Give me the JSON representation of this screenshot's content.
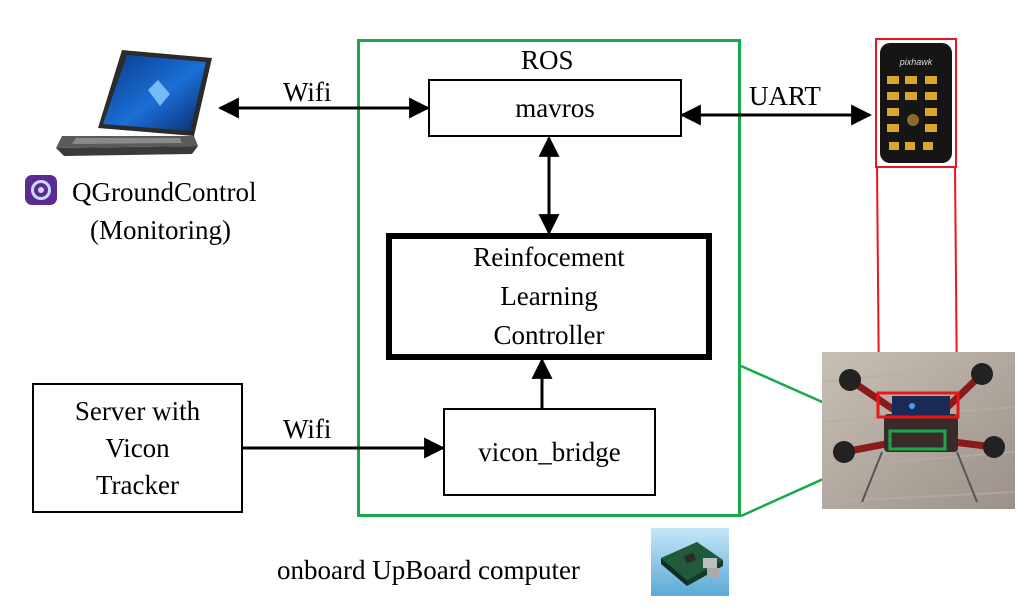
{
  "ros": {
    "label": "ROS"
  },
  "mavros": {
    "label": "mavros"
  },
  "rl_controller": {
    "lines": [
      "Reinfocement",
      "Learning",
      "Controller"
    ]
  },
  "vicon_bridge": {
    "label": "vicon_bridge"
  },
  "server": {
    "lines": [
      "Server with",
      "Vicon",
      "Tracker"
    ]
  },
  "links": {
    "wifi_top": "Wifi",
    "wifi_bottom": "Wifi",
    "uart": "UART"
  },
  "qgc": {
    "lines": [
      "QGroundControl",
      "(Monitoring)"
    ]
  },
  "upboard": {
    "label": "onboard UpBoard computer"
  },
  "pixhawk": {
    "label": "pixhawk"
  },
  "colors": {
    "ros_border": "#19a84a",
    "highlight": "#e8161b",
    "qgc_icon": "#5b2c8f"
  },
  "icons": [
    "laptop-icon",
    "qgroundcontrol-icon",
    "pixhawk-board",
    "drone-photo",
    "upboard-computer-icon"
  ]
}
